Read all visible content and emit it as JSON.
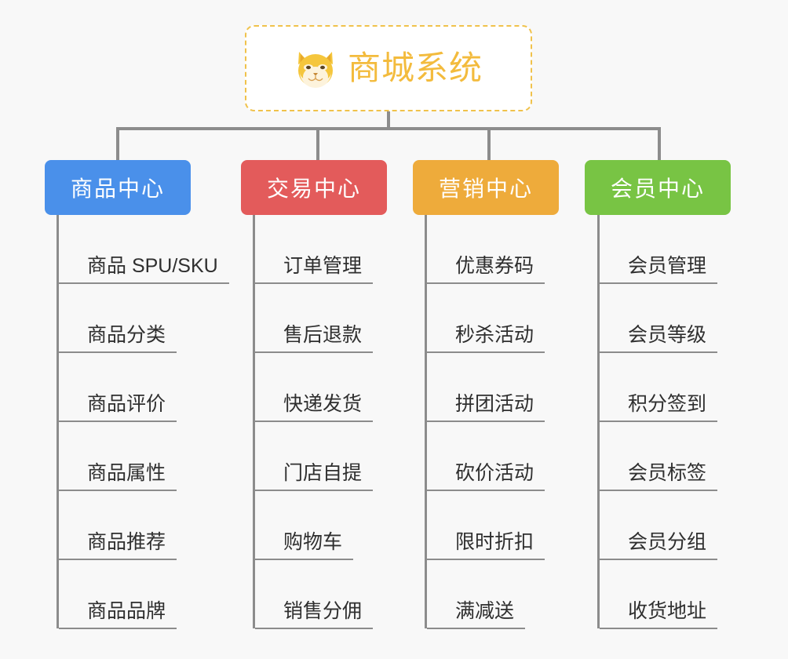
{
  "page": {
    "background": "#f8f8f8",
    "line_color": "#8c8c8c"
  },
  "root": {
    "title": "商城系统",
    "icon": "shiba-dog-icon",
    "border_color": "#f0c24b",
    "text_color": "#f3bb3d"
  },
  "branches": [
    {
      "label": "商品中心",
      "color": "#4a90ea",
      "items": [
        "商品 SPU/SKU",
        "商品分类",
        "商品评价",
        "商品属性",
        "商品推荐",
        "商品品牌"
      ]
    },
    {
      "label": "交易中心",
      "color": "#e35b5b",
      "items": [
        "订单管理",
        "售后退款",
        "快递发货",
        "门店自提",
        "购物车",
        "销售分佣"
      ]
    },
    {
      "label": "营销中心",
      "color": "#eeab3b",
      "items": [
        "优惠券码",
        "秒杀活动",
        "拼团活动",
        "砍价活动",
        "限时折扣",
        "满减送"
      ]
    },
    {
      "label": "会员中心",
      "color": "#78c444",
      "items": [
        "会员管理",
        "会员等级",
        "积分签到",
        "会员标签",
        "会员分组",
        "收货地址"
      ]
    }
  ]
}
